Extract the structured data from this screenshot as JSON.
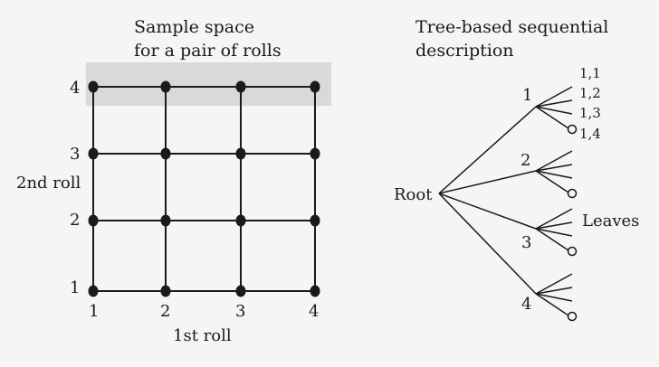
{
  "colors": {
    "background": "#f5f5f5",
    "highlight_band": "#d9d9d9",
    "ink": "#1a1a1a"
  },
  "sample_space": {
    "title_line1": "Sample space",
    "title_line2": "for a pair of rolls",
    "x_axis_label": "1st roll",
    "y_axis_label": "2nd roll",
    "x_ticks": [
      "1",
      "2",
      "3",
      "4"
    ],
    "y_ticks": [
      "1",
      "2",
      "3",
      "4"
    ],
    "highlighted_row": "4"
  },
  "tree": {
    "title_line1": "Tree-based sequential",
    "title_line2": "description",
    "root_label": "Root",
    "leaves_label": "Leaves",
    "branches": [
      {
        "label": "1",
        "leaves": [
          "1,1",
          "1,2",
          "1,3",
          "1,4"
        ]
      },
      {
        "label": "2",
        "leaves": []
      },
      {
        "label": "3",
        "leaves": []
      },
      {
        "label": "4",
        "leaves": []
      }
    ]
  }
}
